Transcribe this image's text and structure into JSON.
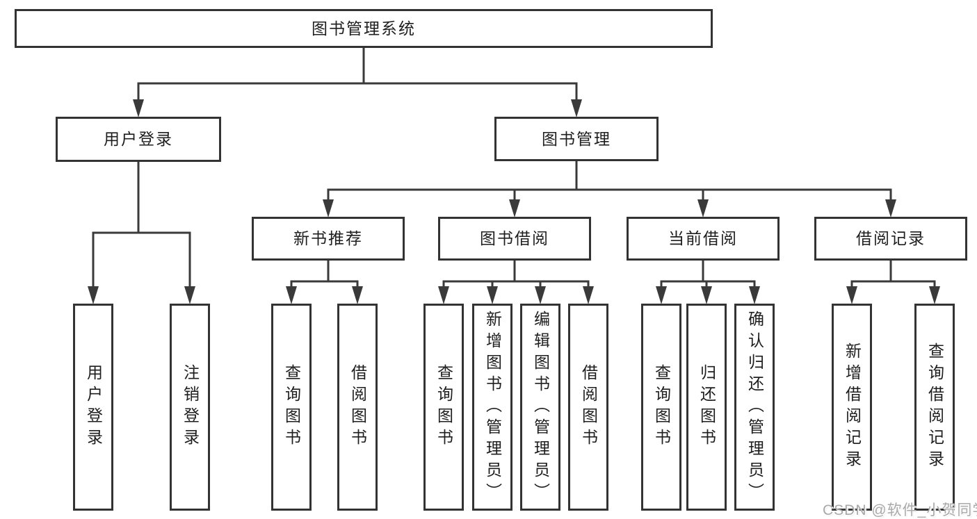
{
  "page": {
    "background_color": "#ffffff"
  },
  "diagram": {
    "type": "tree",
    "title": "图书管理系统",
    "line_color": "#3a3a3a",
    "box_border_color": "#333333",
    "box_fill_color": "#ffffff",
    "text_color": "#1e1e1e",
    "nodes": [
      {
        "id": "root",
        "label": "图书管理系统",
        "orientation": "horizontal",
        "level": 1
      },
      {
        "id": "user-login",
        "label": "用户登录",
        "orientation": "horizontal",
        "level": 2
      },
      {
        "id": "book-mgmt",
        "label": "图书管理",
        "orientation": "horizontal",
        "level": 2
      },
      {
        "id": "new-book-rec",
        "label": "新书推荐",
        "orientation": "horizontal",
        "level": 3
      },
      {
        "id": "book-borrow",
        "label": "图书借阅",
        "orientation": "horizontal",
        "level": 3
      },
      {
        "id": "current-borrow",
        "label": "当前借阅",
        "orientation": "horizontal",
        "level": 3
      },
      {
        "id": "borrow-records",
        "label": "借阅记录",
        "orientation": "horizontal",
        "level": 3
      },
      {
        "id": "login",
        "label": "用户登录",
        "orientation": "vertical",
        "level": 4
      },
      {
        "id": "logout",
        "label": "注销登录",
        "orientation": "vertical",
        "level": 4
      },
      {
        "id": "rec-query-book",
        "label": "查询图书",
        "orientation": "vertical",
        "level": 4
      },
      {
        "id": "rec-borrow-book",
        "label": "借阅图书",
        "orientation": "vertical",
        "level": 4
      },
      {
        "id": "bb-query-book",
        "label": "查询图书",
        "orientation": "vertical",
        "level": 4
      },
      {
        "id": "bb-add-book",
        "label": "新增图书（管理员）",
        "orientation": "vertical",
        "level": 4
      },
      {
        "id": "bb-edit-book",
        "label": "编辑图书（管理员）",
        "orientation": "vertical",
        "level": 4
      },
      {
        "id": "bb-borrow-book",
        "label": "借阅图书",
        "orientation": "vertical",
        "level": 4
      },
      {
        "id": "cb-query-book",
        "label": "查询图书",
        "orientation": "vertical",
        "level": 4
      },
      {
        "id": "cb-return-book",
        "label": "归还图书",
        "orientation": "vertical",
        "level": 4
      },
      {
        "id": "cb-confirm-return",
        "label": "确认归还（管理员）",
        "orientation": "vertical",
        "level": 4
      },
      {
        "id": "br-add-record",
        "label": "新增借阅记录",
        "orientation": "vertical",
        "level": 4
      },
      {
        "id": "br-query-record",
        "label": "查询借阅记录",
        "orientation": "vertical",
        "level": 4
      }
    ],
    "edges": [
      {
        "parent": "root",
        "children": [
          "user-login",
          "book-mgmt"
        ]
      },
      {
        "parent": "user-login",
        "children": [
          "login",
          "logout"
        ]
      },
      {
        "parent": "book-mgmt",
        "children": [
          "new-book-rec",
          "book-borrow",
          "current-borrow",
          "borrow-records"
        ]
      },
      {
        "parent": "new-book-rec",
        "children": [
          "rec-query-book",
          "rec-borrow-book"
        ]
      },
      {
        "parent": "book-borrow",
        "children": [
          "bb-query-book",
          "bb-add-book",
          "bb-edit-book",
          "bb-borrow-book"
        ]
      },
      {
        "parent": "current-borrow",
        "children": [
          "cb-query-book",
          "cb-return-book",
          "cb-confirm-return"
        ]
      },
      {
        "parent": "borrow-records",
        "children": [
          "br-add-record",
          "br-query-record"
        ]
      }
    ]
  },
  "watermark": {
    "text": "CSDN @软件_小贺同学",
    "color": "#a9a9a9"
  }
}
